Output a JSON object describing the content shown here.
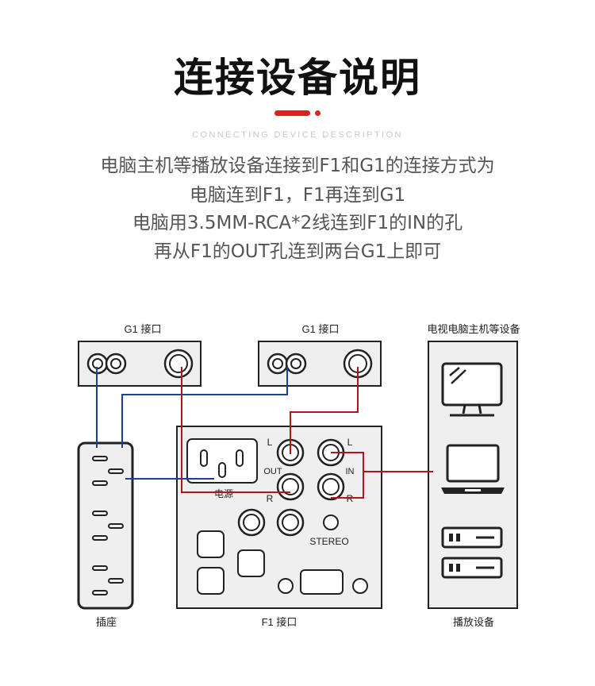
{
  "header": {
    "title": "连接设备说明",
    "subtitle": "CONNECTING DEVICE DESCRIPTION",
    "accent_color": "#e02020"
  },
  "description": [
    "电脑主机等播放设备连接到F1和G1的连接方式为",
    "电脑连到F1，F1再连到G1",
    "电脑用3.5MM-RCA*2线连到F1的IN的孔",
    "再从F1的OUT孔连到两台G1上即可"
  ],
  "diagram": {
    "g1_left_label": "G1 接口",
    "g1_right_label": "G1 接口",
    "source_device_label": "电视电脑主机等设备",
    "socket_label": "插座",
    "f1_label": "F1 接口",
    "player_label": "播放设备",
    "f1_panel": {
      "power_label": "电源",
      "out_label": "OUT",
      "in_label": "IN",
      "left_label": "L",
      "right_label": "R",
      "stereo_label": "STEREO"
    },
    "wire_colors": {
      "power": "#1f3f96",
      "audio": "#b01818"
    }
  }
}
